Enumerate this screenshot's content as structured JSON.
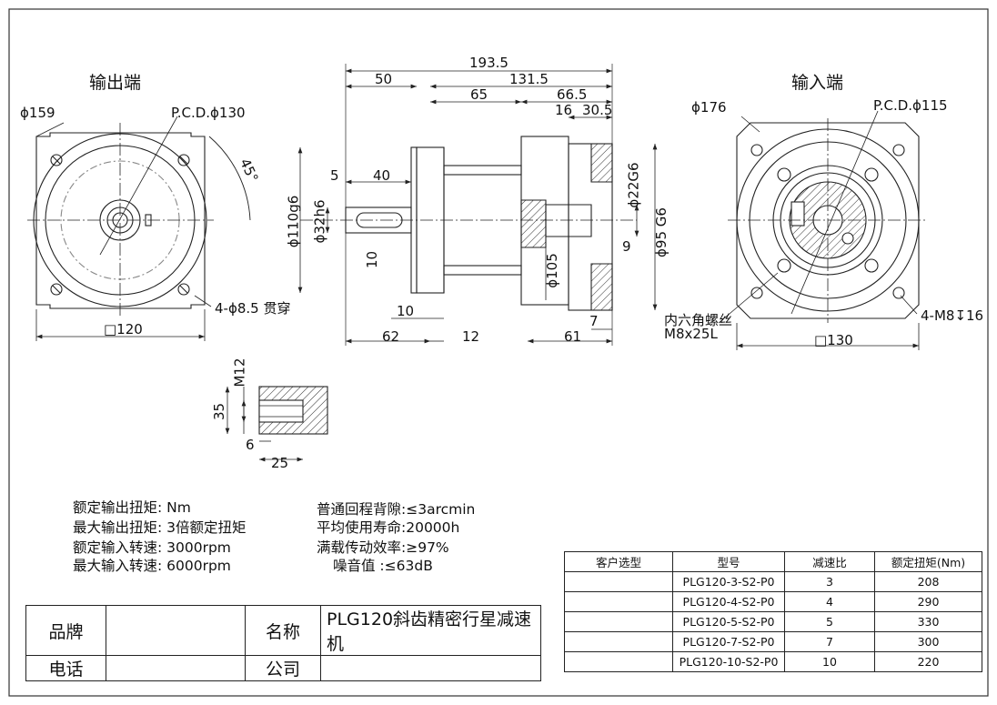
{
  "views": {
    "output_title": "输出端",
    "input_title": "输入端"
  },
  "dims": {
    "out_phi159": "ϕ159",
    "out_pcd": "P.C.D.ϕ130",
    "out_angle": "45°",
    "out_holes": "4-ϕ8.5 贯穿",
    "out_square": "□120",
    "len_total": "193.5",
    "len_131": "131.5",
    "len_50": "50",
    "len_65": "65",
    "len_66": "66.5",
    "len_16": "16",
    "len_30": "30.5",
    "len_5": "5",
    "len_40": "40",
    "dia_110": "ϕ110g6",
    "dia_32": "ϕ32h6",
    "key_10": "10",
    "flange_10": "10",
    "dia_22": "ϕ22G6",
    "dia_95": "ϕ95 G6",
    "len_9": "9",
    "dia_105": "ϕ105",
    "len_7": "7",
    "len_62": "62",
    "len_12": "12",
    "len_61": "61",
    "in_phi176": "ϕ176",
    "in_pcd": "P.C.D.ϕ115",
    "in_screw_1": "内六角螺丝",
    "in_screw_2": "M8x25L",
    "in_holes": "4-M8↧16",
    "in_square": "□130",
    "det_m12": "M12",
    "det_35": "35",
    "det_6": "6",
    "det_25": "25"
  },
  "specs": {
    "rated_out_torque": "额定输出扭矩:       Nm",
    "max_out_torque": "最大输出扭矩: 3倍额定扭矩",
    "rated_in_speed": "额定输入转速: 3000rpm",
    "max_in_speed": "最大输入转速: 6000rpm",
    "backlash": "普通回程背隙:≤3arcmin",
    "life": "平均使用寿命:20000h",
    "efficiency": "满载传动效率:≥97%",
    "noise": "噪音值   :≤63dB"
  },
  "title_block": {
    "brand_label": "品牌",
    "brand_value": "",
    "name_label": "名称",
    "name_value": "PLG120斜齿精密行星减速机",
    "phone_label": "电话",
    "phone_value": "",
    "company_label": "公司",
    "company_value": ""
  },
  "model_table": {
    "headers": [
      "客户选型",
      "型号",
      "减速比",
      "额定扭矩(Nm)"
    ],
    "rows": [
      [
        "",
        "PLG120-3-S2-P0",
        "3",
        "208"
      ],
      [
        "",
        "PLG120-4-S2-P0",
        "4",
        "290"
      ],
      [
        "",
        "PLG120-5-S2-P0",
        "5",
        "330"
      ],
      [
        "",
        "PLG120-7-S2-P0",
        "7",
        "300"
      ],
      [
        "",
        "PLG120-10-S2-P0",
        "10",
        "220"
      ]
    ]
  }
}
